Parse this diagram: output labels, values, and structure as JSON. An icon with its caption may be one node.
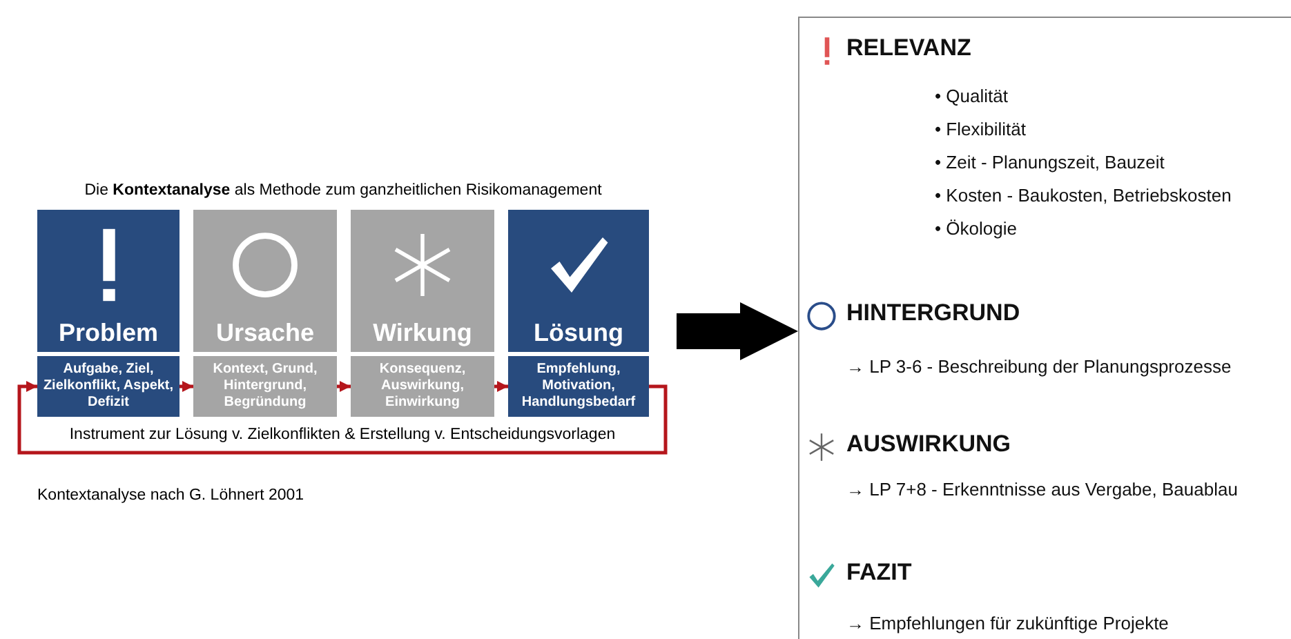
{
  "diagram": {
    "title": "Die **Kontextanalyse** als Methode zum ganzheitlichen Risikomanagement",
    "caption": "Kontextanalyse nach G. Löhnert 2001",
    "nodes": [
      {
        "text": [
          "Problem"
        ]
      },
      {
        "text": [
          "Ursache"
        ]
      },
      {
        "text": [
          "Wirkung"
        ]
      },
      {
        "text": [
          "Lösung"
        ]
      },
      {
        "text": [
          "Aufgabe, Ziel, Zielkonflikt, Aspekt, Defizit"
        ]
      },
      {
        "text": [
          "Kontext, Grund, Hintergrund, Begründung"
        ]
      },
      {
        "text": [
          "Konsequenz, Auswirkung, Einwirkung"
        ]
      },
      {
        "text": [
          "Empfehlung, Motivation, Handlungsbedarf"
        ]
      },
      {
        "text": [
          "RELEVANZ",
          "• Qualität",
          "• Flexibilität",
          "• Zeit - Planungszeit, Bauzeit",
          "• Kosten - Baukosten, Betriebskosten",
          "• Ökologie",
          "HINTERGRUND",
          "→ LP 3-6 - Beschreibung der Planungsprozesse",
          "AUSWIRKUNG",
          "→ LP 7+8 - Erkenntnisse aus Vergabe, Bauablau",
          "FAZIT",
          "→ Empfehlungen für zukünftige Projekte"
        ]
      }
    ],
    "edges": [
      {
        "from": 4,
        "to": 5,
        "arrow": "to"
      },
      {
        "from": 5,
        "to": 6,
        "arrow": "to"
      },
      {
        "from": 6,
        "to": 7,
        "arrow": "to"
      },
      {
        "from": 7,
        "to": 4,
        "arrow": "to",
        "label": "Instrument zur Lösung v. Zielkonflikten & Erstellung v. Entscheidungsvorlagen"
      },
      {
        "from": null,
        "to": 8,
        "arrow": "to",
        "style": "thick",
        "color": "#000000"
      }
    ]
  }
}
